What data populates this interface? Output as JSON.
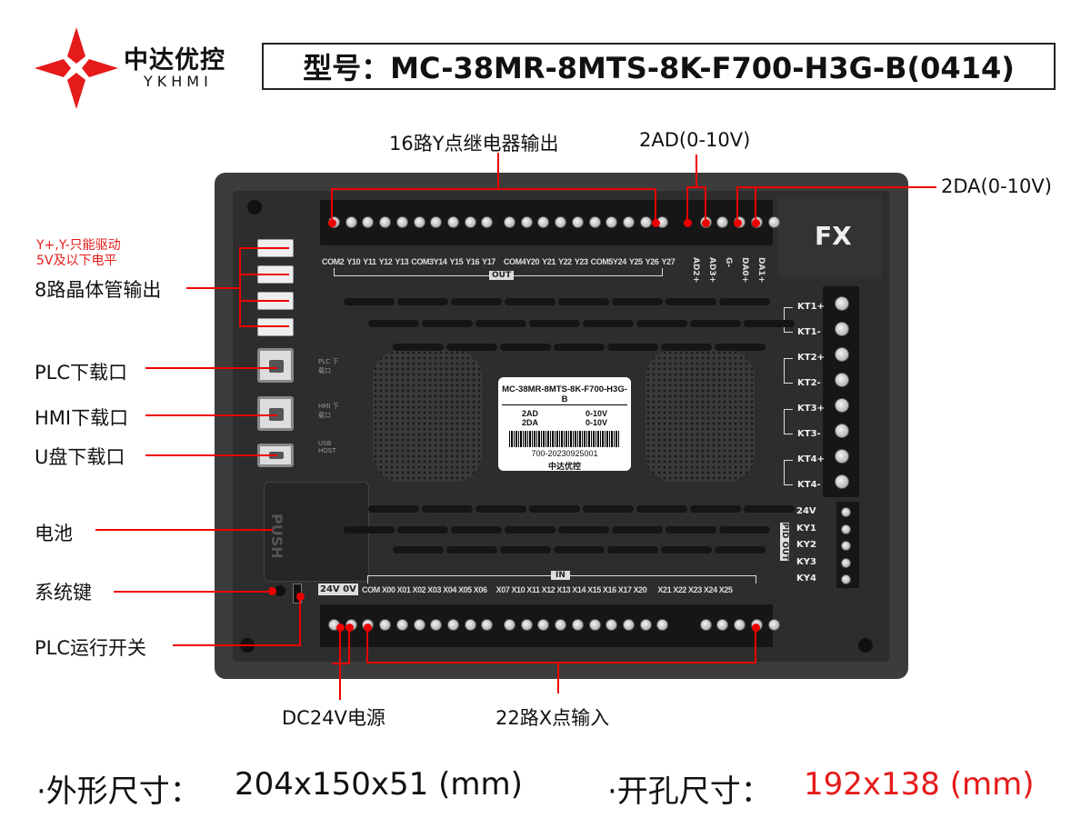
{
  "brand": {
    "name": "中达优控",
    "sub": "YKHMI"
  },
  "model": {
    "text": "型号：MC-38MR-8MTS-8K-F700-H3G-B(0414)"
  },
  "device": {
    "panel_text": "FX",
    "out_labels": [
      "COM2",
      "Y10",
      "Y11",
      "Y12",
      "Y13",
      "COM3Y14",
      "Y15",
      "Y16",
      "Y17",
      "COM4Y20",
      "Y21",
      "Y22",
      "Y23",
      "COM5Y24",
      "Y25",
      "Y26",
      "Y27"
    ],
    "out_tag": "OUT",
    "analog_labels": [
      "AD2+",
      "AD3+",
      "G-",
      "DA0+",
      "DA1+"
    ],
    "in_power": "24V 0V",
    "in_labels": [
      "COM",
      "X00",
      "X01",
      "X02",
      "X03",
      "X04",
      "X05",
      "X06",
      "X07",
      "X10",
      "X11",
      "X12",
      "X13",
      "X14",
      "X15",
      "X16",
      "X17",
      "X20",
      "X21",
      "X22",
      "X23",
      "X24",
      "X25"
    ],
    "in_tag": "IN",
    "kt_labels": [
      "KT1+",
      "KT1-",
      "KT2+",
      "KT2-",
      "KT3+",
      "KT3-",
      "KT4+",
      "KT4-"
    ],
    "pid_labels": [
      "24V",
      "KY1",
      "KY2",
      "KY3",
      "KY4"
    ],
    "pid_tag": "PID OUT",
    "port_labels": [
      "PLC 下载口",
      "HMI 下载口",
      "USB HOST"
    ],
    "battery_text": "PUSH",
    "nameplate": {
      "model": "MC-38MR-8MTS-8K-F700-H3G-B",
      "rows": [
        [
          "2AD",
          "0-10V"
        ],
        [
          "2DA",
          "0-10V"
        ]
      ],
      "serial": "700-20230925001",
      "brand": "中达优控"
    }
  },
  "annotations": {
    "y_relay": "16路Y点继电器输出",
    "ad": "2AD(0-10V)",
    "da": "2DA(0-10V)",
    "transistor_note1": "Y+,Y-只能驱动",
    "transistor_note2": "5V及以下电平",
    "transistor": "8路晶体管输出",
    "plc_port": "PLC下载口",
    "hmi_port": "HMI下载口",
    "u_port": "U盘下载口",
    "battery": "电池",
    "sys_key": "系统键",
    "run_switch": "PLC运行开关",
    "dc24": "DC24V电源",
    "x_input": "22路X点输入"
  },
  "footer": {
    "outer_label": "·外形尺寸：",
    "outer_value": "204x150x51 (mm)",
    "cut_label": "·开孔尺寸：",
    "cut_value": "192x138 (mm)"
  },
  "colors": {
    "accent": "#e51a1a",
    "body": "#3c3c3c"
  }
}
